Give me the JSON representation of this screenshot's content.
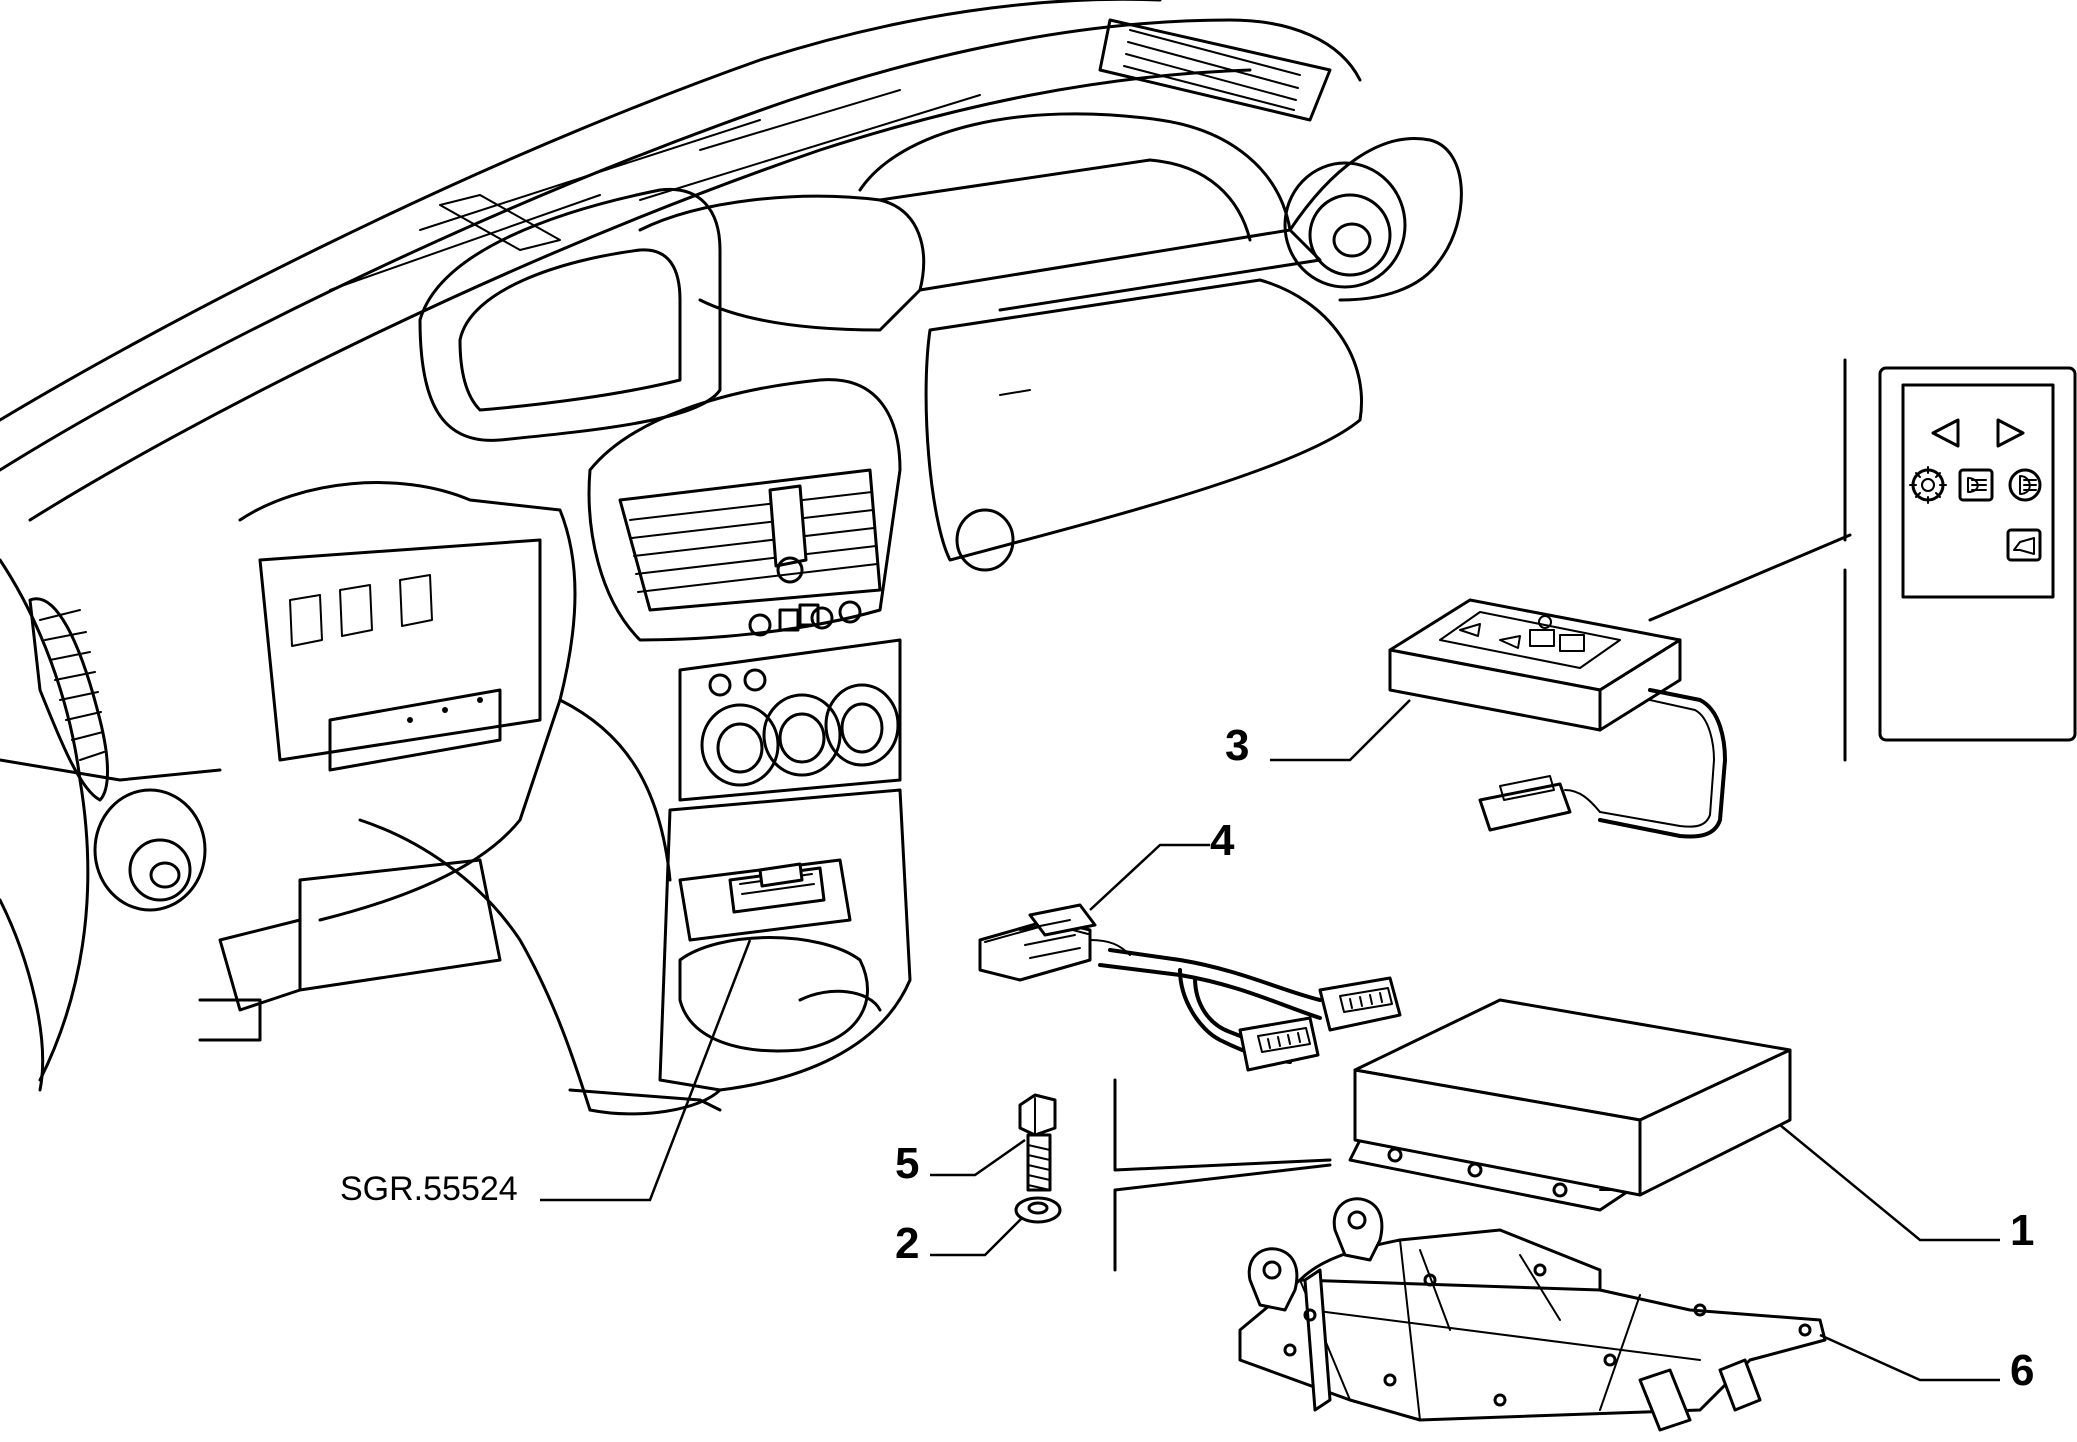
{
  "callouts": {
    "c1": "1",
    "c2": "2",
    "c3": "3",
    "c4": "4",
    "c5": "5",
    "c6": "6"
  },
  "reference": "SGR.55524",
  "icons": [
    "arrow-left-icon",
    "arrow-right-icon",
    "sun-icon",
    "headlight-icon",
    "high-beam-icon",
    "horn-icon"
  ]
}
